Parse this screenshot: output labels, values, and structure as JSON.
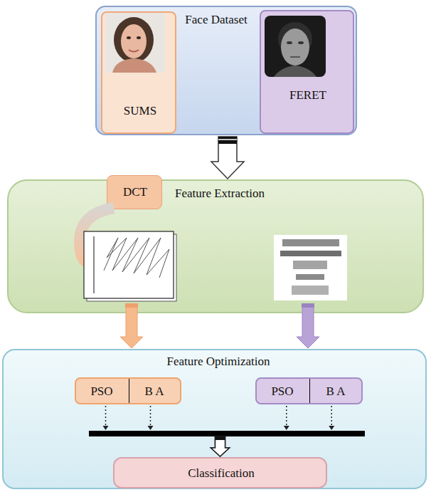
{
  "diagram": {
    "nodes": [
      {
        "text": [
          "Face Dataset"
        ]
      },
      {
        "text": [
          "SUMS"
        ],
        "in": 0
      },
      {
        "text": [
          "FERET"
        ],
        "in": 0
      },
      {
        "text": [
          "Feature Extraction"
        ]
      },
      {
        "text": [
          "DCT"
        ],
        "in": 3
      },
      {
        "text": [
          "Feature Optimization"
        ]
      },
      {
        "text": [
          "PSO",
          "B A"
        ],
        "in": 5
      },
      {
        "text": [
          "PSO",
          "B A"
        ],
        "in": 5
      },
      {
        "text": [
          "Classification"
        ],
        "in": 5
      }
    ],
    "edges": [
      {
        "from": 0,
        "to": 3,
        "arrow": "to"
      },
      {
        "from": 3,
        "to": 5,
        "arrow": "to"
      },
      {
        "from": 3,
        "to": 5,
        "arrow": "to"
      },
      {
        "from": 6,
        "to": 8,
        "arrow": "to"
      },
      {
        "from": 7,
        "to": 8,
        "arrow": "to"
      }
    ]
  }
}
